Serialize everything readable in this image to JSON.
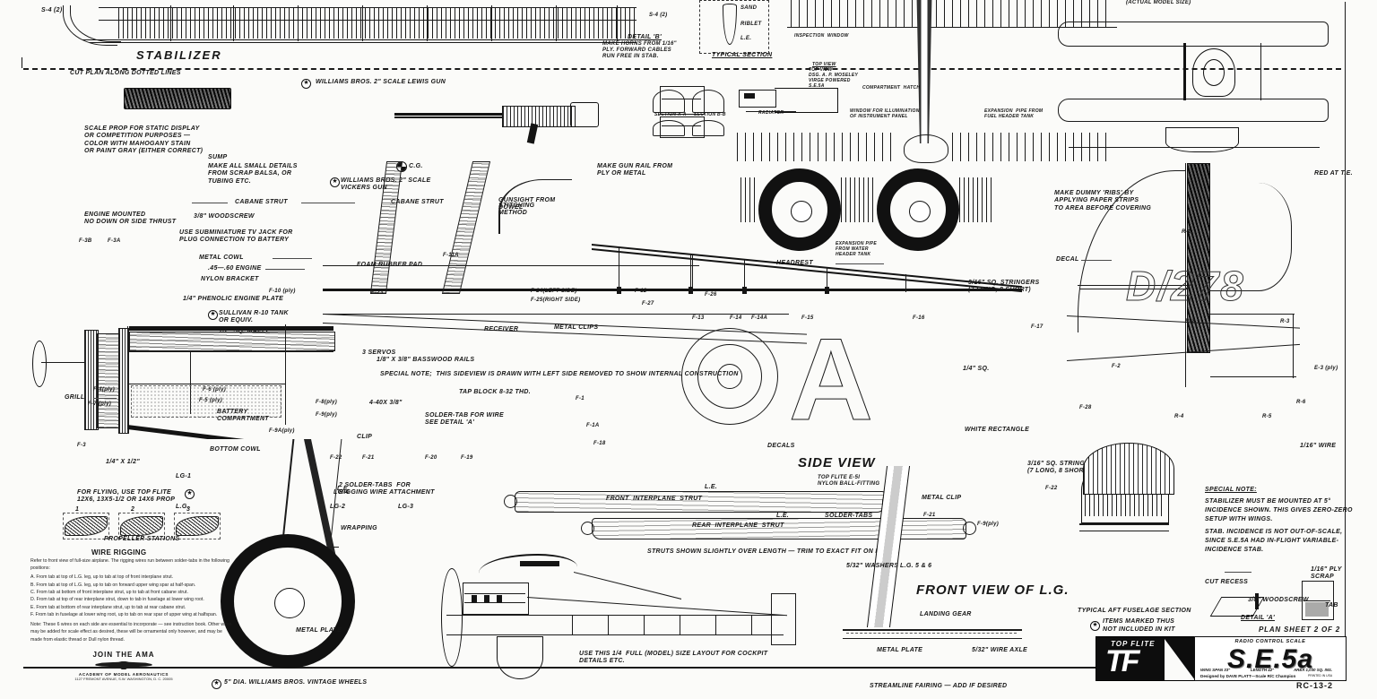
{
  "sheet": {
    "plan_sheet": "PLAN SHEET 2 OF 2",
    "drawing_number": "RC-13-2",
    "items_note_line1": "ITEMS MARKED THUS",
    "items_note_line2": "NOT INCLUDED IN KIT"
  },
  "titleblock": {
    "brand": "TOP FLITE",
    "category": "RADIO CONTROL SCALE",
    "model_name": "S.E.5a",
    "spec_wingspan": "WING SPAN 33\"",
    "spec_length": "LENGTH 42\"",
    "spec_area": "AREA 1,030 SQ. INS.",
    "designer": "Designed by DAVE PLATT—Scale R/C Champion",
    "printed": "PRINTED IN USA"
  },
  "ama": {
    "join": "JOIN THE AMA",
    "org_line1": "ACADEMY OF MODEL AERONAUTICS",
    "org_line2": "1127 FREMONT AVENUE, S.W.     WASHINGTON, D. C. 20005"
  },
  "view_titles": {
    "stabilizer": "STABILIZER",
    "side_view": "SIDE VIEW",
    "front_view_lg": "FRONT VIEW OF L.G.",
    "top_view": "TOP VIEW",
    "typical_section": "TYPICAL SECTION",
    "typical_aft_fuselage": "TYPICAL AFT FUSELAGE SECTION",
    "detail_a": "DETAIL 'A'",
    "detail_b": "DETAIL 'B'",
    "propeller_stations": "PROPELLER STATIONS",
    "wire_rigging": "WIRE RIGGING"
  },
  "notes": {
    "cut_plan": "CUT PLAN ALONG DOTTED LINES",
    "detail_b_body": "MAKE HORNS FROM 1/16\"\nPLY. FORWARD CABLES\nRUN FREE IN STAB.",
    "scale_prop": "SCALE PROP FOR STATIC DISPLAY\nOR COMPETITION PURPOSES —\nCOLOR WITH MAHOGANY STAIN\nOR PAINT GRAY (EITHER CORRECT)",
    "sump": "SUMP",
    "small_details": "MAKE ALL SMALL DETAILS\nFROM SCRAP BALSA, OR\nTUBING ETC.",
    "engine_mounted": "ENGINE MOUNTED\nNO DOWN OR SIDE THRUST",
    "tv_jack": "USE SUBMINIATURE TV JACK FOR\nPLUG CONNECTION TO BATTERY",
    "woodscrew": "3/8\" WOODSCREW",
    "metal_cowl": "METAL COWL",
    "engine_size": ".45—.60 ENGINE",
    "nylon_bracket": "NYLON BRACKET",
    "phenolic_plate": "1/4\" PHENOLIC ENGINE PLATE",
    "tank": "SULLIVAN R-10 TANK\nOR EQUIV.",
    "maple": "1/2\" SQ. MAPLE",
    "battery_compartment": "BATTERY\nCOMPARTMENT",
    "bottom_cowl": "BOTTOM COWL",
    "grille": "GRILLE",
    "quarter_by_half": "1/4\" X 1/2\"",
    "prop_for_flying": "FOR FLYING, USE TOP FLITE\n12X6, 13X5-1/2 OR 14X6 PROP",
    "solder_tabs_rigging": "2 SOLDER-TABS  FOR\nRIGGING WIRE ATTACHMENT",
    "wrapping": "WRAPPING",
    "metal_plate_lg": "METAL PLATE",
    "wheels": "5\" DIA. WILLIAMS BROS. VINTAGE WHEELS",
    "vickers_gun": "WILLIAMS BROS. 2\" SCALE\nVICKERS GUN",
    "lewis_gun": "WILLIAMS BROS. 2\" SCALE LEWIS GUN",
    "cg": "C.G.",
    "cabane_strut": "CABANE STRUT",
    "gunsight": "GUNSIGHT FROM\nDOWEL",
    "gun_rail": "MAKE GUN RAIL FROM\nPLY OR METAL",
    "stitching": "STITCHING\nMETHOD",
    "foam_pad": "FOAM RUBBER PAD",
    "receiver": "RECEIVER",
    "servos": "3 SERVOS",
    "basswood_rails": "1/8\" X 3/8\" BASSWOOD RAILS",
    "metal_clips": "METAL CLIPS",
    "special_note_sideview": "SPECIAL NOTE;  THIS SIDEVIEW IS DRAWN WITH LEFT SIDE REMOVED TO SHOW INTERNAL CONSTRUCTION",
    "tap_block": "TAP BLOCK 8-32 THD.",
    "bolt_4x40": "4-40X 3/8\"",
    "solder_tab_wire": "SOLDER-TAB FOR WIRE\nSEE DETAIL 'A'",
    "clip": "CLIP",
    "headrest": "HEADREST",
    "stringers": "3/16\" SQ. STRINGERS\n(7 LONG, 8 SHORT)",
    "decal": "DECAL",
    "decals": "DECALS",
    "dummy_ribs": "MAKE DUMMY 'RIBS' BY\nAPPLYING PAPER STRIPS\nTO AREA BEFORE COVERING",
    "red_at_te": "RED AT T.E.",
    "white_rectangle": "WHITE RECTANGLE",
    "quarter_sq": "1/4\" SQ.",
    "sixteenth_wire": "1/16\" WIRE",
    "front_interplane_strut": "FRONT  INTERPLANE  STRUT",
    "rear_interplane_strut": "REAR  INTERPLANE  STRUT",
    "le": "L.E.",
    "struts_trim": "STRUTS SHOWN SLIGHTLY OVER LENGTH — TRIM TO EXACT FIT ON MODEL",
    "nylon_ball": "TOP FLITE E-5l\nNYLON BALL-FITTING",
    "solder_tabs": "SOLDER-TABS",
    "metal_clip": "METAL CLIP",
    "cockpit_layout": "USE THIS 1/4  FULL (MODEL) SIZE LAYOUT FOR COCKPIT\nDETAILS ETC.",
    "washers": "5/32\" WASHERS",
    "landing_gear": "LANDING GEAR",
    "wire_axle": "5/32\" WIRE AXLE",
    "streamline_fairing": "STREAMLINE FAIRING — ADD IF DESIRED",
    "cut_recess": "CUT RECESS",
    "ply_scrap": "1/16\" PLY\nSCRAP",
    "woodscrew2": "3/8\" WOODSCREW",
    "tab": "TAB",
    "inspection_window": "INSPECTION  WINDOW",
    "compartment_hatch": "COMPARTMENT  HATCH",
    "window_illum": "WINDOW FOR ILLUMINATION\nOF INSTRUMENT PANEL",
    "expansion_pipe": "EXPANSION  PIPE FROM\nFUEL HEADER TANK",
    "expansion_pipe2": "EXPANSION PIPE\nFROM WATER\nHEADER TANK",
    "actual_model_size": "(ACTUAL MODEL SIZE)",
    "top_view_credit": "TOP VIEW\nDSG. A. P. MOSELEY\nVIRGE POWERED\nS.E.5A",
    "sand": "SAND",
    "riblet": "RIBLET"
  },
  "special_note_stab": {
    "heading": "SPECIAL NOTE:",
    "line1": "STABILIZER MUST BE MOUNTED AT 5°",
    "line2": "INCIDENCE SHOWN. THIS GIVES ZERO-ZERO",
    "line3": "SETUP WITH WINGS.",
    "line4": "STAB. INCIDENCE IS NOT OUT-OF-SCALE,",
    "line5": "SINCE S.E.5A HAD IN-FLIGHT VARIABLE-",
    "line6": "INCIDENCE STAB."
  },
  "wire_rigging": {
    "title": "WIRE RIGGING",
    "intro": "Refer to front view of full-size airplane. The rigging wires run between solder-tabs in the following positions:",
    "items": [
      "A.  From tab at top of L.G. leg, up to tab at top of front interplane strut.",
      "B.  From tab at top of L.G. leg, up to tab on forward upper wing spar at half-span.",
      "C.  From tab at bottom of front interplane strut, up to tab at front cabane strut.",
      "D.  From tab at top of rear interplane strut, down to tab in fuselage at lower wing root.",
      "E.  From tab at bottom of rear interplane strut, up to tab at rear cabane strut.",
      "F.  From tab in fuselage at lower wing root, up to tab on rear spar of upper wing at halfspan."
    ],
    "note": "Note:  These 6 wires on each side are essential to incorporate — see instruction book. Other wires may be added for scale effect as desired, these will be ornamental only however, and may be made from elastic thread or Dull nylon thread."
  },
  "decal_marks": {
    "serial": "D/278",
    "fuselage_letter": "A"
  },
  "part_labels": {
    "stab": [
      "S-4 (2)"
    ],
    "prop_stations": [
      "1",
      "2",
      "3"
    ],
    "former_left": [
      "F-3B",
      "F-3A",
      "F-10 (ply)",
      "F-4(ply)",
      "F-7 (ply)",
      "F-5 (ply)",
      "F-6 (ply)",
      "F-8(ply)",
      "F-9(ply)",
      "F-9A(ply)",
      "F-3"
    ],
    "former_mid": [
      "F-11A",
      "F-23",
      "F-24(LEFT SIDE)",
      "F-25(RIGHT SIDE)",
      "F-22",
      "F-21",
      "F-20",
      "F-19",
      "F-18",
      "F-1",
      "F-1A",
      "F-12"
    ],
    "former_right": [
      "F-13",
      "F-14",
      "F-14A",
      "F-15",
      "F-16",
      "F-17",
      "F-26",
      "F-27",
      "F-28",
      "F-2",
      "F-22",
      "F-21",
      "F-9(ply)",
      "F-15"
    ],
    "rib_right": [
      "R-1",
      "R-2",
      "R-3",
      "R-4",
      "R-5",
      "R-6",
      "E-3 (ply)"
    ],
    "lg": [
      "LG-1",
      "LG-2",
      "LG-3",
      "LG-4",
      "L.G.",
      "L.G. 5 & 6"
    ]
  }
}
